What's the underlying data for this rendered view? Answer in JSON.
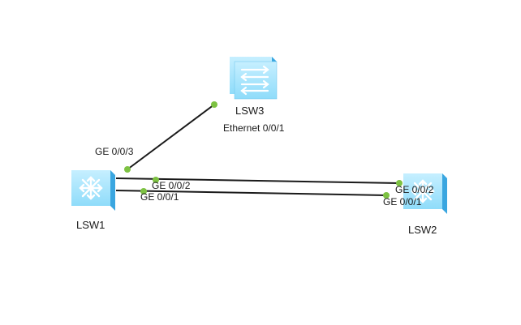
{
  "devices": {
    "lsw1": {
      "name": "LSW1",
      "kind": "core-switch"
    },
    "lsw2": {
      "name": "LSW2",
      "kind": "core-switch"
    },
    "lsw3": {
      "name": "LSW3",
      "kind": "access-switch",
      "port": "Ethernet 0/0/1"
    }
  },
  "ports": {
    "lsw1_ge003": "GE 0/0/3",
    "lsw1_ge002": "GE 0/0/2",
    "lsw1_ge001": "GE 0/0/1",
    "lsw2_ge002": "GE 0/0/2",
    "lsw2_ge001": "GE 0/0/1"
  },
  "links": [
    {
      "from": "LSW1 GE 0/0/3",
      "to": "LSW3 Ethernet 0/0/1"
    },
    {
      "from": "LSW1 GE 0/0/2",
      "to": "LSW2 GE 0/0/2"
    },
    {
      "from": "LSW1 GE 0/0/1",
      "to": "LSW2 GE 0/0/1"
    }
  ],
  "colors": {
    "link": "#1a1a1a",
    "port_dot": "#7dc242",
    "device_face": "#a9e4fb",
    "device_side": "#3aa6e0",
    "device_top": "#d7f3ff"
  }
}
